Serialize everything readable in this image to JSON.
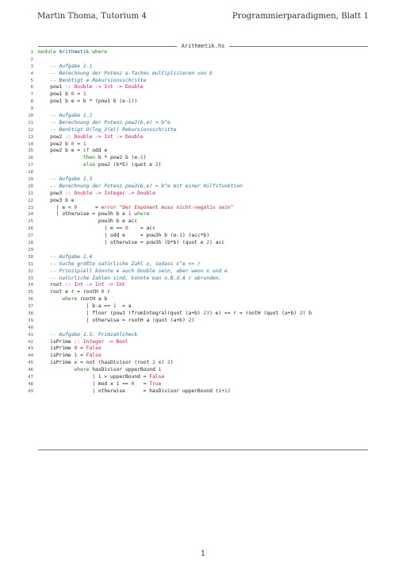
{
  "header": {
    "left": "Martin Thoma, Tutorium 4",
    "right": "Programmierparadigmen, Blatt 1"
  },
  "listing": {
    "filename": "Arithmetik.hs",
    "lines": [
      [
        {
          "t": "module ",
          "c": "kw"
        },
        {
          "t": "Arithmetik",
          "c": "mod"
        },
        {
          "t": " where",
          "c": "kw"
        }
      ],
      [],
      [
        {
          "t": "    -- Aufgabe 1.1",
          "c": "cm"
        }
      ],
      [
        {
          "t": "    -- Berechnung der Potenz e-faches multiplizieren von b",
          "c": "cm"
        }
      ],
      [
        {
          "t": "    -- Benötigt e Rekursionsschritte",
          "c": "cm"
        }
      ],
      [
        {
          "t": "    pow1 "
        },
        {
          "t": ":: Double -> Int -> Double",
          "c": "ty"
        }
      ],
      [
        {
          "t": "    pow1 b "
        },
        {
          "t": "0",
          "c": "nm"
        },
        {
          "t": " = "
        },
        {
          "t": "1",
          "c": "nm"
        }
      ],
      [
        {
          "t": "    pow1 b e = b * (pow1 b (e-"
        },
        {
          "t": "1",
          "c": "nm"
        },
        {
          "t": "))"
        }
      ],
      [],
      [
        {
          "t": "    -- Aufgabe 1.2",
          "c": "cm"
        }
      ],
      [
        {
          "t": "    -- Berechnung der Potenz pow2(b,e) = b^e",
          "c": "cm"
        }
      ],
      [
        {
          "t": "    -- Benötigt O(log_2(e)) Rekursionsschritte",
          "c": "cm"
        }
      ],
      [
        {
          "t": "    pow2 "
        },
        {
          "t": ":: Double -> Int -> Double",
          "c": "ty"
        }
      ],
      [
        {
          "t": "    pow2 b "
        },
        {
          "t": "0",
          "c": "nm"
        },
        {
          "t": " = "
        },
        {
          "t": "1",
          "c": "nm"
        }
      ],
      [
        {
          "t": "    pow2 b e = "
        },
        {
          "t": "if",
          "c": "kw"
        },
        {
          "t": " odd e"
        }
      ],
      [
        {
          "t": "               "
        },
        {
          "t": "then",
          "c": "kw"
        },
        {
          "t": " b * pow2 b (e-"
        },
        {
          "t": "1",
          "c": "nm"
        },
        {
          "t": ")"
        }
      ],
      [
        {
          "t": "               "
        },
        {
          "t": "else",
          "c": "kw"
        },
        {
          "t": " pow2 (b*b) (quot e "
        },
        {
          "t": "2",
          "c": "nm"
        },
        {
          "t": ")"
        }
      ],
      [],
      [
        {
          "t": "    -- Aufgabe 1.3",
          "c": "cm"
        }
      ],
      [
        {
          "t": "    -- Berechnung der Potenz pow3(b,e) = b^e mit einer Hilfsfunktion",
          "c": "cm"
        }
      ],
      [
        {
          "t": "    pow3 "
        },
        {
          "t": ":: Double -> Integer -> Double",
          "c": "ty"
        }
      ],
      [
        {
          "t": "    pow3 b e"
        }
      ],
      [
        {
          "t": "      | e < "
        },
        {
          "t": "0",
          "c": "nm"
        },
        {
          "t": "      = "
        },
        {
          "t": "error",
          "c": "st"
        },
        {
          "t": " "
        },
        {
          "t": "\"Der Exponent muss nicht-negativ sein\"",
          "c": "st"
        }
      ],
      [
        {
          "t": "      | otherwise = pow3h b e "
        },
        {
          "t": "1",
          "c": "nm"
        },
        {
          "t": " "
        },
        {
          "t": "where",
          "c": "kw"
        }
      ],
      [
        {
          "t": "                    pow3h b e acc"
        }
      ],
      [
        {
          "t": "                      | e == "
        },
        {
          "t": "0",
          "c": "nm"
        },
        {
          "t": "    = acc"
        }
      ],
      [
        {
          "t": "                      | odd e     = pow3h b (e-"
        },
        {
          "t": "1",
          "c": "nm"
        },
        {
          "t": ") (acc*b)"
        }
      ],
      [
        {
          "t": "                      | otherwise = pow3h (b*b) (quot e "
        },
        {
          "t": "2",
          "c": "nm"
        },
        {
          "t": ") acc"
        }
      ],
      [],
      [
        {
          "t": "    -- Aufgabe 1.4",
          "c": "cm"
        }
      ],
      [
        {
          "t": "    -- Suche größte natürliche Zahl x, sodass x^e <= r",
          "c": "cm"
        }
      ],
      [
        {
          "t": "    -- Prinzipiell könnte e auch Double sein, aber wenn x und e",
          "c": "cm"
        }
      ],
      [
        {
          "t": "    -- natürliche Zahlen sind, könnte man o.B.d.A r abrunden.",
          "c": "cm"
        }
      ],
      [
        {
          "t": "    root "
        },
        {
          "t": ":: Int -> Int -> Int",
          "c": "ty"
        }
      ],
      [
        {
          "t": "    root e r = rootH "
        },
        {
          "t": "0",
          "c": "nm"
        },
        {
          "t": " r"
        }
      ],
      [
        {
          "t": "        "
        },
        {
          "t": "where",
          "c": "kw"
        },
        {
          "t": " rootH a b"
        }
      ],
      [
        {
          "t": "                | b-a == "
        },
        {
          "t": "1",
          "c": "nm"
        },
        {
          "t": "  = a"
        }
      ],
      [
        {
          "t": "                | floor (pow1 (fromIntegral(quot (a+b) "
        },
        {
          "t": "2",
          "c": "nm"
        },
        {
          "t": ")) e) <= r = rootH (quot (a+b) "
        },
        {
          "t": "2",
          "c": "nm"
        },
        {
          "t": ") b"
        }
      ],
      [
        {
          "t": "                | otherwise = rootH a (quot (a+b) "
        },
        {
          "t": "2",
          "c": "nm"
        },
        {
          "t": ")"
        }
      ],
      [],
      [
        {
          "t": "    -- Aufgabe 1.5: Primzahlcheck",
          "c": "cm"
        }
      ],
      [
        {
          "t": "    isPrime "
        },
        {
          "t": ":: Integer -> Bool",
          "c": "ty"
        }
      ],
      [
        {
          "t": "    isPrime "
        },
        {
          "t": "0",
          "c": "nm"
        },
        {
          "t": " = "
        },
        {
          "t": "False",
          "c": "ty"
        }
      ],
      [
        {
          "t": "    isPrime "
        },
        {
          "t": "1",
          "c": "nm"
        },
        {
          "t": " = "
        },
        {
          "t": "False",
          "c": "ty"
        }
      ],
      [
        {
          "t": "    isPrime x = not (hasDivisor (root "
        },
        {
          "t": "2",
          "c": "nm"
        },
        {
          "t": " x) "
        },
        {
          "t": "2",
          "c": "nm"
        },
        {
          "t": ")"
        }
      ],
      [
        {
          "t": "            "
        },
        {
          "t": "where",
          "c": "kw"
        },
        {
          "t": " hasDivisor upperBound i"
        }
      ],
      [
        {
          "t": "                  | i > upperBound = "
        },
        {
          "t": "False",
          "c": "ty"
        }
      ],
      [
        {
          "t": "                  | mod x i == "
        },
        {
          "t": "0",
          "c": "nm"
        },
        {
          "t": "   = "
        },
        {
          "t": "True",
          "c": "ty"
        }
      ],
      [
        {
          "t": "                  | otherwise      = hasDivisor upperBound (i+"
        },
        {
          "t": "1",
          "c": "nm"
        },
        {
          "t": ")"
        }
      ]
    ]
  },
  "footer": {
    "page_number": "1"
  },
  "colors": {
    "keyword": "#2a7a22",
    "type": "#d0145a",
    "string": "#c02424",
    "module": "#1e45a8",
    "comment": "#2d6da3"
  }
}
